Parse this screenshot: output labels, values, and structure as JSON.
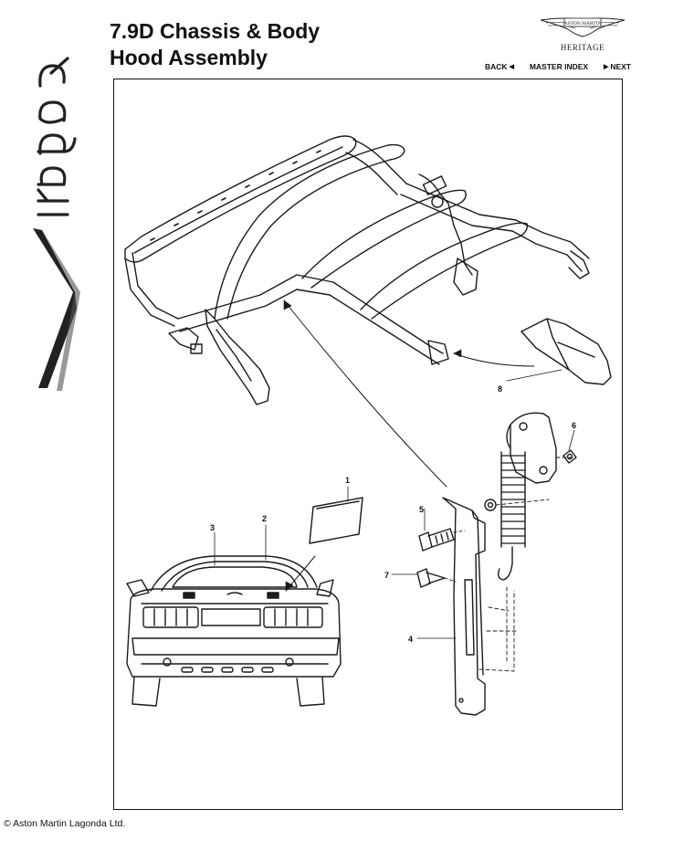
{
  "header": {
    "title_line1": "7.9D Chassis & Body",
    "title_line2": "Hood Assembly"
  },
  "brand": {
    "logo_icon": "virage-script-logo-icon",
    "logo_text": "Virage"
  },
  "heritage": {
    "logo_icon": "aston-martin-wings-icon",
    "logo_text": "ASTON MARTIN",
    "label": "HERITAGE"
  },
  "nav": {
    "back_label": "BACK",
    "master_index_label": "MASTER INDEX",
    "next_label": "NEXT"
  },
  "diagram": {
    "callouts": [
      "1",
      "2",
      "3",
      "4",
      "5",
      "6",
      "7",
      "8"
    ]
  },
  "footer": {
    "copyright": "© Aston Martin Lagonda Ltd."
  }
}
